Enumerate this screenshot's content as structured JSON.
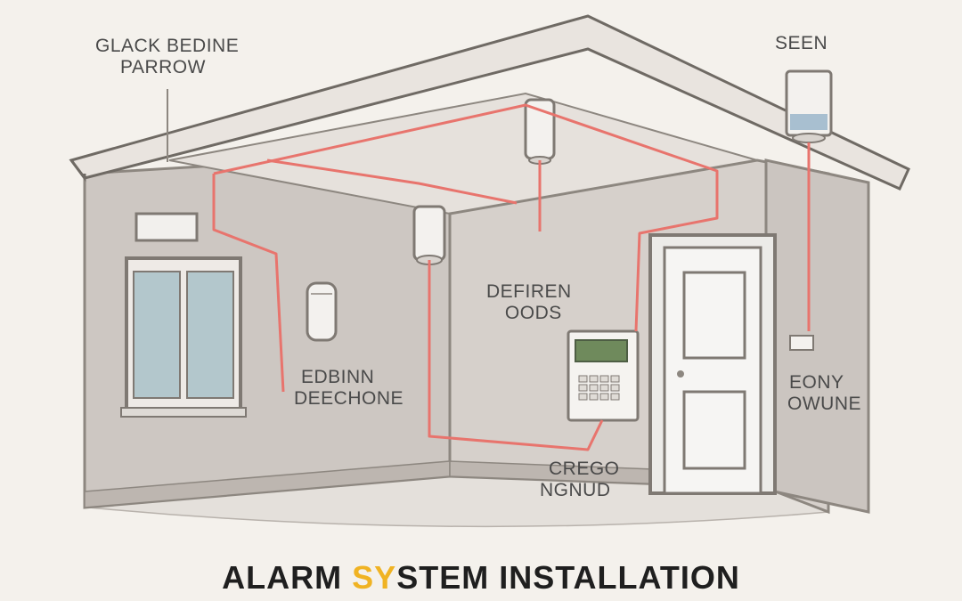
{
  "labels": {
    "glass_break": [
      "GLACK BEDINE",
      "PARROW"
    ],
    "siren": "SEEN",
    "defiren": [
      "DEFIREN",
      "OODS"
    ],
    "edbinn": [
      "EDBINN",
      "DEECHONE"
    ],
    "keypad_control": [
      "CREGO",
      "NGNUD"
    ],
    "eony": [
      "EONY",
      "OWUNE"
    ]
  },
  "title": {
    "part1": "ALARM ",
    "highlight": "SY",
    "part2": "STEM INSTALLATION"
  },
  "colors": {
    "background": "#f4f1ec",
    "wall": "#cfc9c4",
    "wall_inner": "#d9d4cf",
    "roof": "#e6e1dc",
    "wire": "#e8746d",
    "keypad_screen": "#6f8a5c",
    "title_highlight": "#f0b323",
    "title_text": "#1f1f1f"
  }
}
